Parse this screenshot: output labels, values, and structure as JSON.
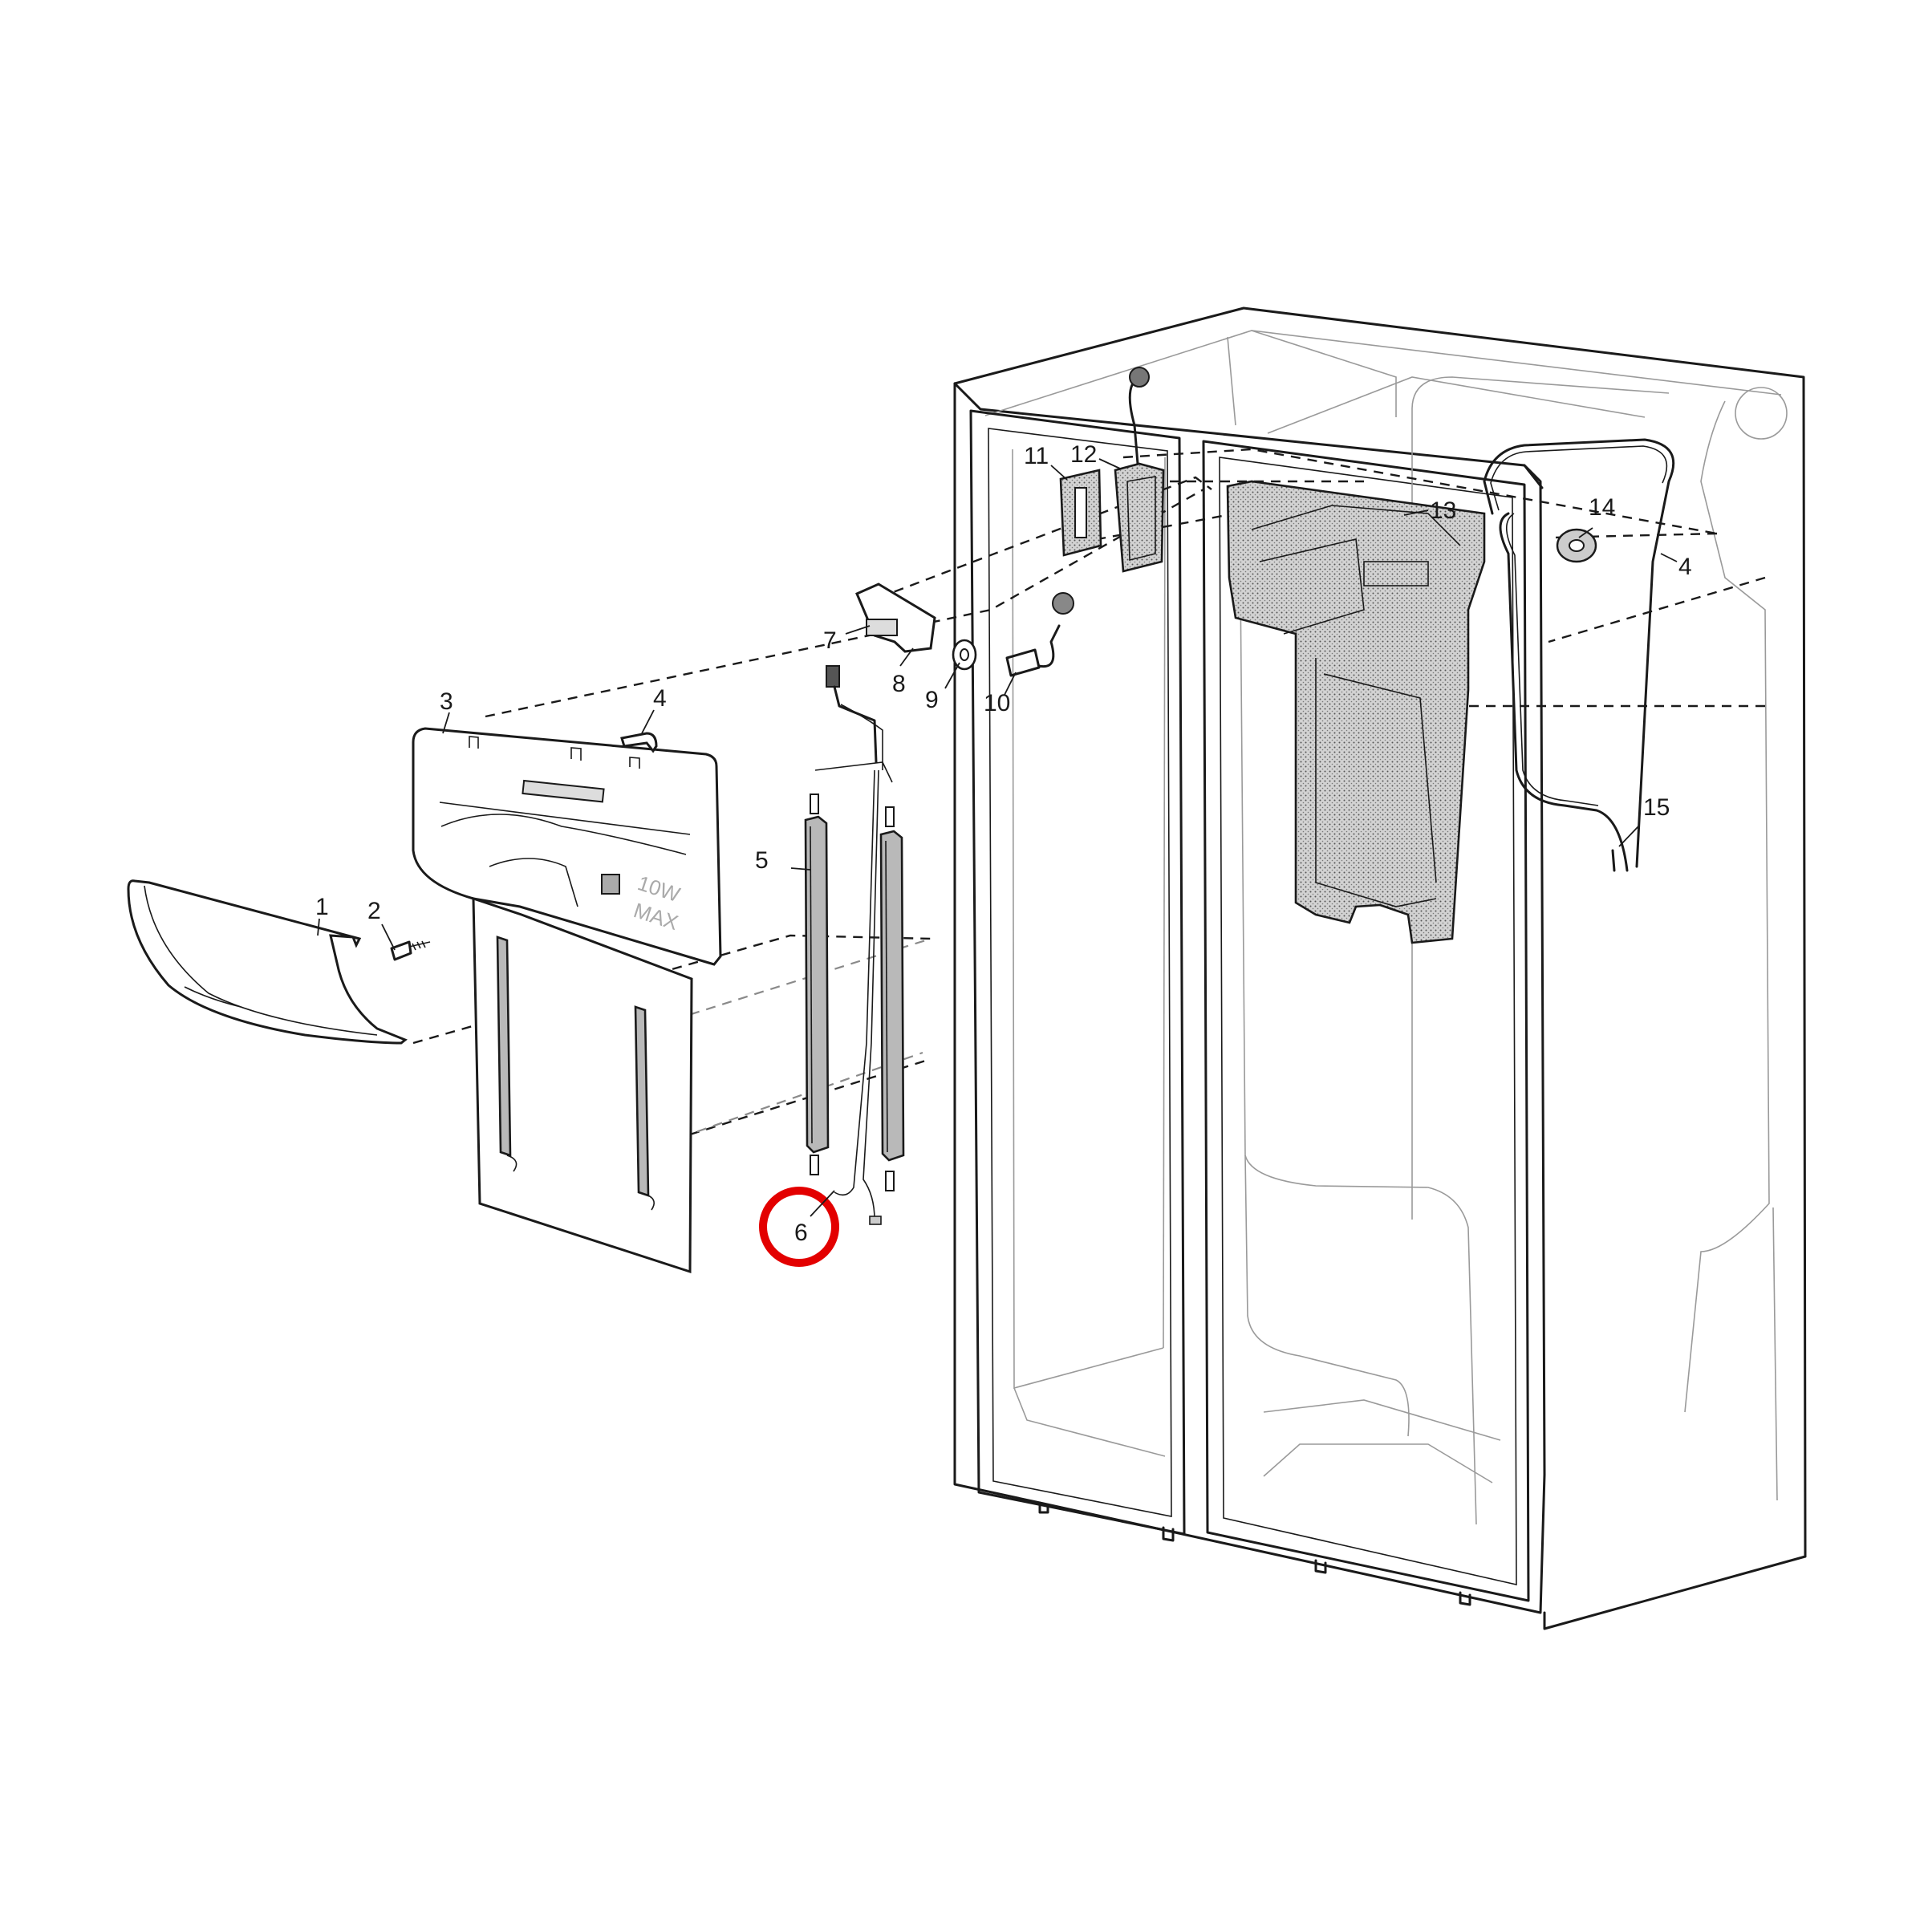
{
  "labels": {
    "p1": "1",
    "p2": "2",
    "p3": "3",
    "p4a": "4",
    "p4b": "4",
    "p5": "5",
    "p6": "6",
    "p7": "7",
    "p8": "8",
    "p9": "9",
    "p10": "10",
    "p11": "11",
    "p12": "12",
    "p13": "13",
    "p14": "14",
    "p15": "15"
  },
  "embossed_text": [
    "10W",
    "MAX"
  ],
  "highlight": {
    "part": "6",
    "color": "#e30000"
  }
}
